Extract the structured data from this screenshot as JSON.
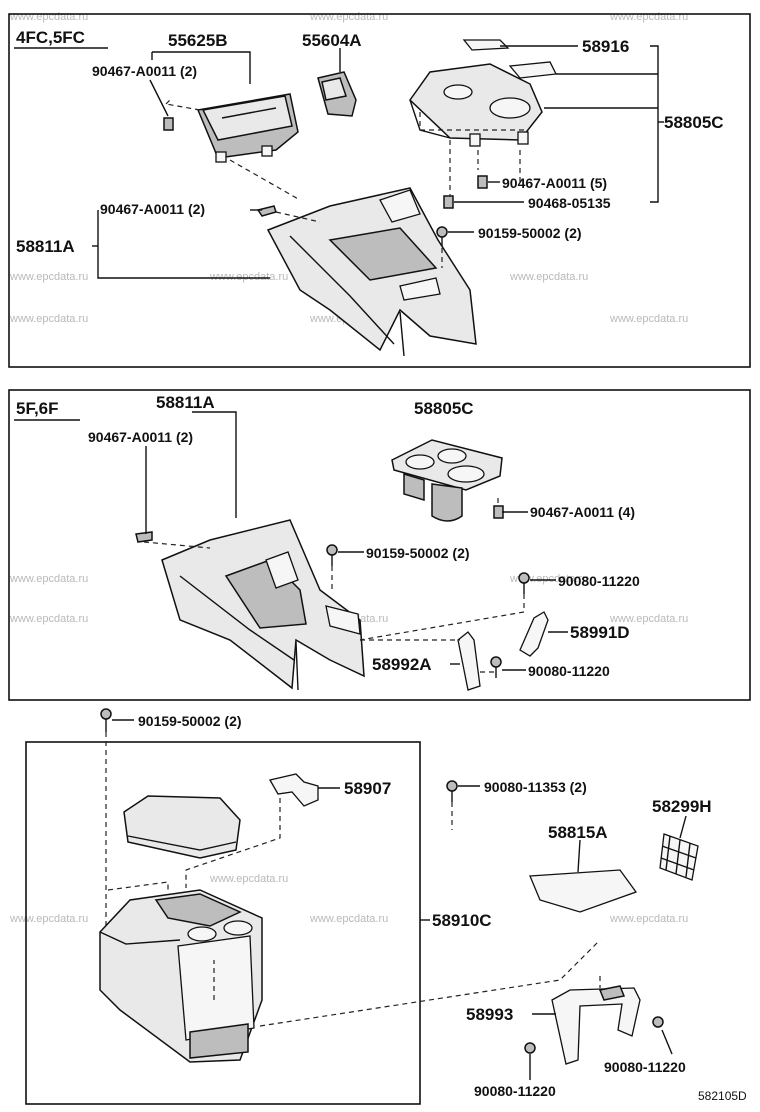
{
  "watermark": "www.epcdata.ru",
  "diagram_code": "582105D",
  "section_top": {
    "variant": "4FC,5FC",
    "labels": {
      "l55625B": "55625B",
      "l55604A": "55604A",
      "l58916": "58916",
      "l58805C": "58805C",
      "l90467_2": "90467-A0011 (2)",
      "l90467_5": "90467-A0011 (5)",
      "l90468": "90468-05135",
      "l90467_2b": "90467-A0011 (2)",
      "l58811A": "58811A",
      "l90159": "90159-50002 (2)"
    }
  },
  "section_mid": {
    "variant": "5F,6F",
    "labels": {
      "l58811A": "58811A",
      "l90467_2": "90467-A0011 (2)",
      "l58805C": "58805C",
      "l90467_4": "90467-A0011 (4)",
      "l90159": "90159-50002 (2)",
      "l90080a": "90080-11220",
      "l58991D": "58991D",
      "l58992A": "58992A",
      "l90080b": "90080-11220"
    }
  },
  "section_bottom": {
    "labels": {
      "l90159": "90159-50002 (2)",
      "l58907": "58907",
      "l90080_2": "90080-11353 (2)",
      "l58299H": "58299H",
      "l58815A": "58815A",
      "l58910C": "58910C",
      "l58993": "58993",
      "l90080a": "90080-11220",
      "l90080b": "90080-11220"
    }
  }
}
